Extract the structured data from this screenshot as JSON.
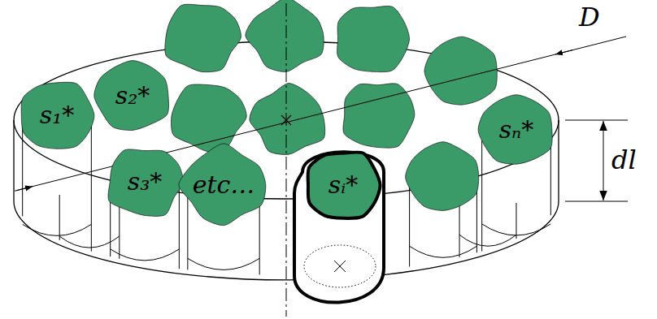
{
  "diagram": {
    "nodes": [
      {
        "text": [
          "s₁*"
        ]
      },
      {
        "text": [
          "s₂*"
        ]
      },
      {
        "text": [
          "s₃*"
        ]
      },
      {
        "text": [
          "etc…"
        ]
      },
      {
        "text": [
          "sᵢ*"
        ]
      },
      {
        "text": [
          "sₙ*"
        ]
      }
    ],
    "labels": [
      "D",
      "dl"
    ]
  }
}
